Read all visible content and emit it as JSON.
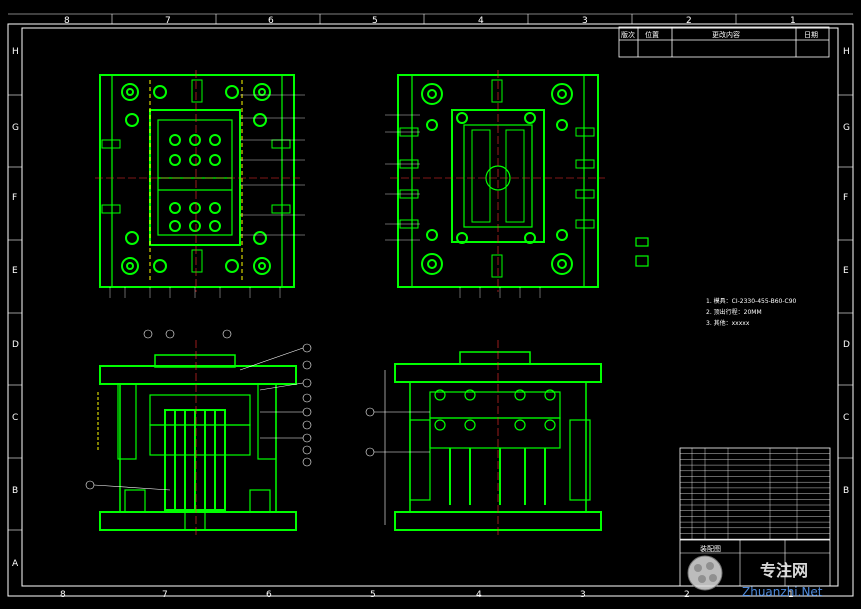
{
  "drawing": {
    "top_zones": [
      "8",
      "7",
      "6",
      "5",
      "4",
      "3",
      "2",
      "1"
    ],
    "bottom_zones": [
      "8",
      "7",
      "6",
      "5",
      "4",
      "3",
      "2",
      "1"
    ],
    "side_zones": [
      "H",
      "G",
      "F",
      "E",
      "D",
      "C",
      "B",
      "A"
    ]
  },
  "revision_table": {
    "headers": [
      "版次",
      "位置",
      "更改内容",
      "日期"
    ]
  },
  "notes": [
    "1. 模具：CI-2330-455-B60-C90",
    "2. 顶出行程：20MM",
    "3. 其他：xxxxx"
  ],
  "title_block": {
    "title": "装配图",
    "part_rows": 16
  },
  "watermark": {
    "text_cn": "专注网",
    "text_en": "Zhuanzhi.Net"
  },
  "colors": {
    "background": "#000000",
    "outline": "#00ff00",
    "border": "#ffffff",
    "centerline": "#ff3030",
    "accent": "#ffff00"
  }
}
